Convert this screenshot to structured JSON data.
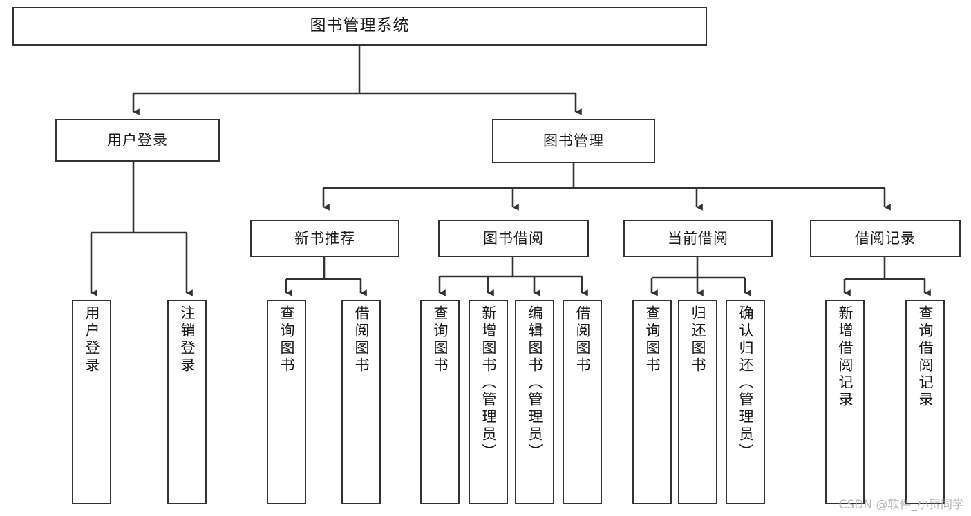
{
  "diagram": {
    "title": "图书管理系统",
    "type": "tree",
    "root": {
      "label": "图书管理系统"
    },
    "level1": [
      {
        "id": "user-login",
        "label": "用户登录"
      },
      {
        "id": "book-manage",
        "label": "图书管理"
      }
    ],
    "level2": [
      {
        "id": "new-book-recommend",
        "label": "新书推荐",
        "parent": "book-manage"
      },
      {
        "id": "book-borrow",
        "label": "图书借阅",
        "parent": "book-manage"
      },
      {
        "id": "current-borrow",
        "label": "当前借阅",
        "parent": "book-manage"
      },
      {
        "id": "borrow-record",
        "label": "借阅记录",
        "parent": "book-manage"
      }
    ],
    "leaves": [
      {
        "id": "leaf-user-login",
        "label": "用户登录",
        "parent": "user-login"
      },
      {
        "id": "leaf-user-logout",
        "label": "注销登录",
        "parent": "user-login"
      },
      {
        "id": "leaf-query-book-1",
        "label": "查询图书",
        "parent": "new-book-recommend"
      },
      {
        "id": "leaf-borrow-book-1",
        "label": "借阅图书",
        "parent": "new-book-recommend"
      },
      {
        "id": "leaf-query-book-2",
        "label": "查询图书",
        "parent": "book-borrow"
      },
      {
        "id": "leaf-add-book",
        "label": "新增图书（管理员）",
        "parent": "book-borrow"
      },
      {
        "id": "leaf-edit-book",
        "label": "编辑图书（管理员）",
        "parent": "book-borrow"
      },
      {
        "id": "leaf-borrow-book-2",
        "label": "借阅图书",
        "parent": "book-borrow"
      },
      {
        "id": "leaf-query-book-3",
        "label": "查询图书",
        "parent": "current-borrow"
      },
      {
        "id": "leaf-return-book",
        "label": "归还图书",
        "parent": "current-borrow"
      },
      {
        "id": "leaf-confirm-return",
        "label": "确认归还（管理员）",
        "parent": "current-borrow"
      },
      {
        "id": "leaf-add-record",
        "label": "新增借阅记录",
        "parent": "borrow-record"
      },
      {
        "id": "leaf-query-record",
        "label": "查询借阅记录",
        "parent": "borrow-record"
      }
    ]
  },
  "watermark": {
    "text": "CSDN @软件_小贺同学"
  },
  "colors": {
    "stroke": "#333333",
    "background": "#ffffff",
    "text": "#1a1a1a",
    "watermark": "#b9b9b9"
  }
}
